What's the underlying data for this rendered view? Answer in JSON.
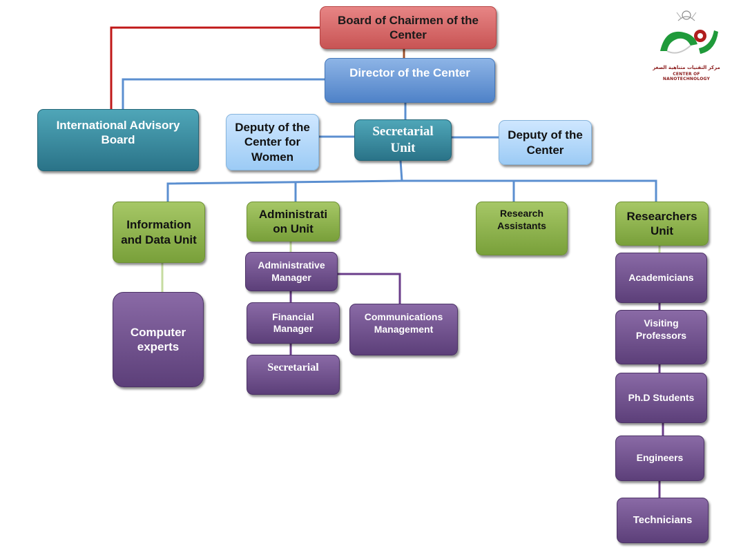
{
  "board": "Board of Chairmen of the Center",
  "director": "Director of the Center",
  "advisory": "International Advisory Board",
  "deputy_women": "Deputy of the Center for Women",
  "secretarial_unit": "Secretarial Unit",
  "deputy": "Deputy of the Center",
  "units": {
    "info": "Information and Data Unit",
    "admin": "Administrati on Unit",
    "research_assistants": "Research Assistants",
    "researchers": "Researchers Unit"
  },
  "info_children": {
    "computer_experts": "Computer experts"
  },
  "admin_children": {
    "administrative_manager": "Administrative Manager",
    "financial_manager": "Financial Manager",
    "secretarial": "Secretarial",
    "communications": "Communications Management"
  },
  "researchers_children": {
    "academicians": "Academicians",
    "visiting_professors": "Visiting Professors",
    "phd_students": "Ph.D Students",
    "engineers": "Engineers",
    "technicians": "Technicians"
  },
  "logo": {
    "arabic": "مركز التقنيات متناهية الصغر",
    "english": "CENTER OF NANOTECHNOLOGY",
    "colors": {
      "green": "#1f9a3a",
      "red": "#b01e1e"
    }
  },
  "colors": {
    "red_line": "#c01818",
    "blue_line": "#5b8fd0",
    "green_line": "#c6dca0",
    "purple_line": "#6a3d8a"
  }
}
